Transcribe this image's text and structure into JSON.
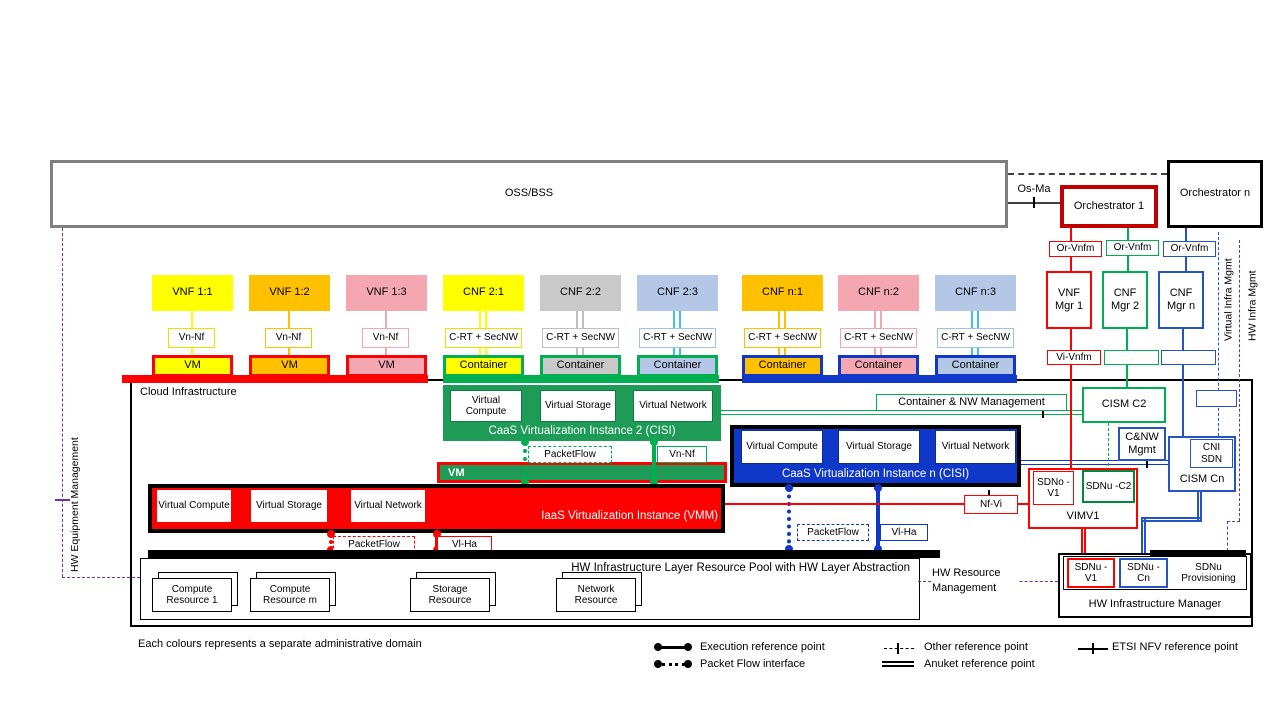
{
  "colors": {
    "yellow": "#FFFF00",
    "gold": "#FFC000",
    "pink": "#F4A7B0",
    "gray": "#C9C9C9",
    "light_blue": "#B4C7E7",
    "green": "#00B050",
    "green_dark": "#1E9C57",
    "red": "#FF0000",
    "dark_red": "#C00000",
    "blue_fill": "#1038C8",
    "blue": "#2353C4",
    "cyan": "#3FC1E8",
    "purple": "#7030A0",
    "oss_gray": "#7F7F7F"
  },
  "top": {
    "oss_bss": "OSS/BSS",
    "os_ma": "Os-Ma",
    "orchestrator_1": "Orchestrator 1",
    "orchestrator_n": "Orchestrator n",
    "or_vnfm_1": "Or-Vnfm",
    "or_vnfm_2": "Or-Vnfm",
    "or_vnfm_3": "Or-Vnfm"
  },
  "nf_row": [
    {
      "label": "VNF 1:1",
      "iface": "Vn-Nf",
      "unit": "VM"
    },
    {
      "label": "VNF 1:2",
      "iface": "Vn-Nf",
      "unit": "VM"
    },
    {
      "label": "VNF 1:3",
      "iface": "Vn-Nf",
      "unit": "VM"
    },
    {
      "label": "CNF 2:1",
      "iface": "C-RT + SecNW",
      "unit": "Container"
    },
    {
      "label": "CNF 2:2",
      "iface": "C-RT + SecNW",
      "unit": "Container"
    },
    {
      "label": "CNF 2:3",
      "iface": "C-RT + SecNW",
      "unit": "Container"
    },
    {
      "label": "CNF n:1",
      "iface": "C-RT + SecNW",
      "unit": "Container"
    },
    {
      "label": "CNF n:2",
      "iface": "C-RT + SecNW",
      "unit": "Container"
    },
    {
      "label": "CNF n:3",
      "iface": "C-RT + SecNW",
      "unit": "Container"
    }
  ],
  "cloud": {
    "label": "Cloud  Infrastructure"
  },
  "caas2": {
    "cells": [
      "Virtual Compute",
      "Virtual Storage",
      "Virtual Network"
    ],
    "title": "CaaS Virtualization Instance 2 (CISI)",
    "packetflow": "PacketFlow",
    "vn_nf": "Vn-Nf"
  },
  "vm_band": {
    "label": "VM"
  },
  "iaas": {
    "cells": [
      "Virtual Compute",
      "Virtual Storage",
      "Virtual Network"
    ],
    "title": "IaaS Virtualization Instance (VMM)",
    "packetflow": "PacketFlow",
    "vl_ha": "Vl-Ha"
  },
  "caasn": {
    "cells": [
      "Virtual Compute",
      "Virtual Storage",
      "Virtual Network"
    ],
    "title": "CaaS Virtualization Instance n (CISI)",
    "packetflow": "PacketFlow",
    "vl_ha": "Vl-Ha"
  },
  "mgmt": {
    "vnf_mgr_1": "VNF Mgr 1",
    "cnf_mgr_2": "CNF Mgr 2",
    "cnf_mgr_n": "CNF Mgr n",
    "vi_vnfm": "Vi-Vnfm",
    "cism_c2": "CISM C2",
    "container_nw": "Container & NW Management",
    "cnw_mgmt": "C&NW Mgmt",
    "cni_sdn": "CNI SDN",
    "cism_cn": "CISM Cn",
    "nf_vi": "Nf-Vi",
    "sdno_v1": "SDNo -V1",
    "sdnu_c2": "SDNu -C2",
    "vim": "VIMV1"
  },
  "hw": {
    "pool_title": "HW Infrastructure Layer Resource Pool with HW Layer Abstraction",
    "resources": [
      "Compute Resource 1",
      "Compute Resource m",
      "Storage Resource",
      "Network Resource"
    ],
    "resource_mgmt": "HW Resource Management",
    "manager": "HW Infrastructure Manager",
    "sdnu_v1": "SDNu -V1",
    "sdnu_cn": "SDNu -Cn",
    "sdnu_prov": "SDNu Provisioning"
  },
  "vertical": {
    "left": "HW Equipment Management",
    "virtual_infra": "Virtual Infra Mgmt",
    "hw_infra": "HW Infra Mgmt"
  },
  "footer": {
    "note": "Each colours represents a separate administrative domain"
  },
  "legend": {
    "execution": "Execution reference point",
    "packet_flow": "Packet Flow interface",
    "other": "Other reference point",
    "anuket": "Anuket reference point",
    "etsi_nfv": "ETSI NFV reference point"
  }
}
